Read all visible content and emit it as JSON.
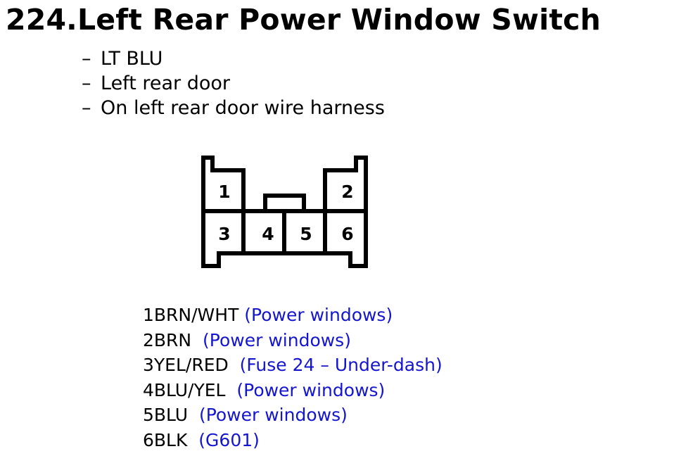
{
  "title": "224.Left Rear Power Window Switch",
  "info": [
    {
      "dash": "–",
      "text": "LT BLU"
    },
    {
      "dash": "–",
      "text": "Left rear door"
    },
    {
      "dash": "–",
      "text": "On left rear door wire harness"
    }
  ],
  "connector": {
    "pins": [
      "1",
      "2",
      "3",
      "4",
      "5",
      "6"
    ]
  },
  "pinouts": [
    {
      "pin": "1",
      "wire": "BRN/WHT",
      "desc": "(Power windows)"
    },
    {
      "pin": "2",
      "wire": "BRN",
      "desc": "(Power windows)"
    },
    {
      "pin": "3",
      "wire": "YEL/RED",
      "desc": "(Fuse 24 – Under-dash)"
    },
    {
      "pin": "4",
      "wire": "BLU/YEL",
      "desc": "(Power windows)"
    },
    {
      "pin": "5",
      "wire": "BLU",
      "desc": "(Power windows)"
    },
    {
      "pin": "6",
      "wire": "BLK",
      "desc": "(G601)"
    }
  ],
  "colors": {
    "text": "#000000",
    "link_blue": "#1515d0",
    "background": "#ffffff"
  }
}
